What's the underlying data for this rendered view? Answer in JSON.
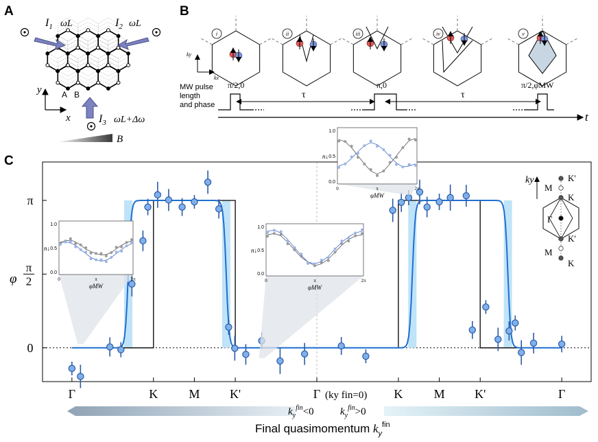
{
  "panels": {
    "A": "A",
    "B": "B",
    "C": "C"
  },
  "panel_a": {
    "beam1": "I",
    "beam1_sub": "1",
    "beam1_freq": "ωL",
    "beam2": "I",
    "beam2_sub": "2",
    "beam2_freq": "ωL",
    "beam3": "I",
    "beam3_sub": "3",
    "beam3_freq": "ωL+Δω",
    "site_a": "A",
    "site_b": "B",
    "axis_x": "x",
    "axis_y": "y",
    "gradient_label": "B"
  },
  "panel_b": {
    "steps": [
      "i",
      "ii",
      "iii",
      "iv",
      "v"
    ],
    "ky": "ky",
    "kx": "kx",
    "pulse_caption": [
      "MW pulse",
      "length",
      "and phase"
    ],
    "pulse1": "π/2,0",
    "pulse2": "π,0",
    "pulse3": "π/2,φMW",
    "tau1": "τ",
    "tau2": "τ",
    "time_axis": "t"
  },
  "colors": {
    "points": "#7fb0ea",
    "point_edge": "#2a5aa8",
    "fit": "#1f6fd0",
    "band": "#bfe3f8",
    "step": "#000000",
    "inset_fill": "#dfe3e8",
    "arrow_left": "#9eb0c0",
    "arrow_right": "#d3e8f2"
  },
  "chart_data": {
    "type": "scatter",
    "title": "",
    "xlabel": "Final quasimomentum",
    "xlabel_symbol": "k",
    "xlabel_sub": "y",
    "xlabel_sup": "fin",
    "ylabel": "φ",
    "y_tick_labels": [
      "0",
      "π/2",
      "π"
    ],
    "ylim": [
      -0.72,
      3.96
    ],
    "xlim": [
      -0.12,
      2.12
    ],
    "x_tick_labels": [
      "Γ",
      "K",
      "M",
      "K'",
      "Γ",
      "K",
      "M",
      "K'",
      "Γ"
    ],
    "x_tick_values": [
      0,
      0.333,
      0.5,
      0.667,
      1.0,
      1.333,
      1.5,
      1.667,
      2.0
    ],
    "center_annotation": "(ky fin=0)",
    "direction_left": "ky fin<0",
    "direction_right": "ky fin>0",
    "zero_line": "dotted",
    "series": [
      {
        "type": "points",
        "x": [
          0.0,
          0.035,
          0.155,
          0.2,
          0.245,
          0.29,
          0.31,
          0.35,
          0.395,
          0.45,
          0.5,
          0.555,
          0.6,
          0.64,
          0.665,
          0.71,
          0.775,
          0.85,
          0.95,
          1.1,
          1.2,
          1.31,
          1.345,
          1.375,
          1.42,
          1.45,
          1.5,
          1.545,
          1.61,
          1.635,
          1.69,
          1.74,
          1.785,
          1.81,
          1.835,
          1.885,
          2.0
        ],
        "y": [
          -0.44,
          -0.61,
          0.02,
          -0.04,
          1.36,
          2.28,
          3.0,
          3.26,
          3.15,
          3.0,
          3.11,
          3.53,
          2.96,
          0.44,
          -0.01,
          -0.14,
          0.15,
          -0.28,
          -0.13,
          0.04,
          -0.18,
          2.93,
          3.1,
          3.2,
          3.32,
          3.0,
          3.11,
          3.2,
          3.24,
          0.38,
          0.87,
          0.18,
          0.36,
          0.53,
          -0.1,
          0.1,
          0.08
        ]
      },
      {
        "type": "ideal_step",
        "x": [
          0.0,
          0.333,
          0.333,
          0.667,
          0.667,
          1.333,
          1.333,
          1.667,
          1.667,
          2.0
        ],
        "y": [
          0,
          0,
          3.1416,
          3.1416,
          0,
          0,
          3.1416,
          3.1416,
          0,
          0
        ]
      },
      {
        "type": "fit_steps",
        "rise_at": [
          0.23,
          1.39
        ],
        "fall_at": [
          0.63,
          1.78
        ],
        "value": 3.1416
      }
    ],
    "insets": [
      {
        "xlabel": "φMW",
        "ylabel": "n↓",
        "yticks": [
          "0.0",
          "0.5",
          "1.0"
        ],
        "xticks": [
          "0",
          "π",
          "2π"
        ],
        "gray": [
          0.62,
          0.64,
          0.66,
          0.62,
          0.56,
          0.47,
          0.42,
          0.38,
          0.35,
          0.36,
          0.4,
          0.48,
          0.55,
          0.61,
          0.64
        ],
        "blue": [
          0.6,
          0.62,
          0.6,
          0.55,
          0.46,
          0.38,
          0.3,
          0.25,
          0.22,
          0.24,
          0.3,
          0.38,
          0.46,
          0.54,
          0.58
        ]
      },
      {
        "xlabel": "φMW",
        "ylabel": "n↓",
        "yticks": [
          "0.0",
          "0.5",
          "1.0"
        ],
        "xticks": [
          "0",
          "π",
          "2π"
        ],
        "gray": [
          0.82,
          0.85,
          0.8,
          0.66,
          0.5,
          0.34,
          0.24,
          0.16,
          0.2,
          0.3,
          0.45,
          0.6,
          0.72,
          0.8,
          0.82
        ],
        "blue": [
          0.9,
          0.92,
          0.86,
          0.72,
          0.55,
          0.38,
          0.24,
          0.2,
          0.25,
          0.36,
          0.52,
          0.66,
          0.78,
          0.86,
          0.9
        ]
      },
      {
        "xlabel": "φMW",
        "ylabel": "n↓",
        "yticks": [
          "0.0",
          "0.5",
          "1.0"
        ],
        "xticks": [
          "0",
          "π",
          "2π"
        ],
        "gray": [
          0.82,
          0.78,
          0.66,
          0.5,
          0.34,
          0.2,
          0.14,
          0.2,
          0.34,
          0.5,
          0.66,
          0.8,
          0.84
        ],
        "blue": [
          0.3,
          0.34,
          0.45,
          0.58,
          0.7,
          0.76,
          0.72,
          0.62,
          0.48,
          0.36,
          0.28,
          0.3,
          0.34
        ]
      }
    ],
    "bz_labels": [
      "ky",
      "K'",
      "M",
      "K",
      "Γ",
      "K'",
      "M",
      "K"
    ]
  }
}
